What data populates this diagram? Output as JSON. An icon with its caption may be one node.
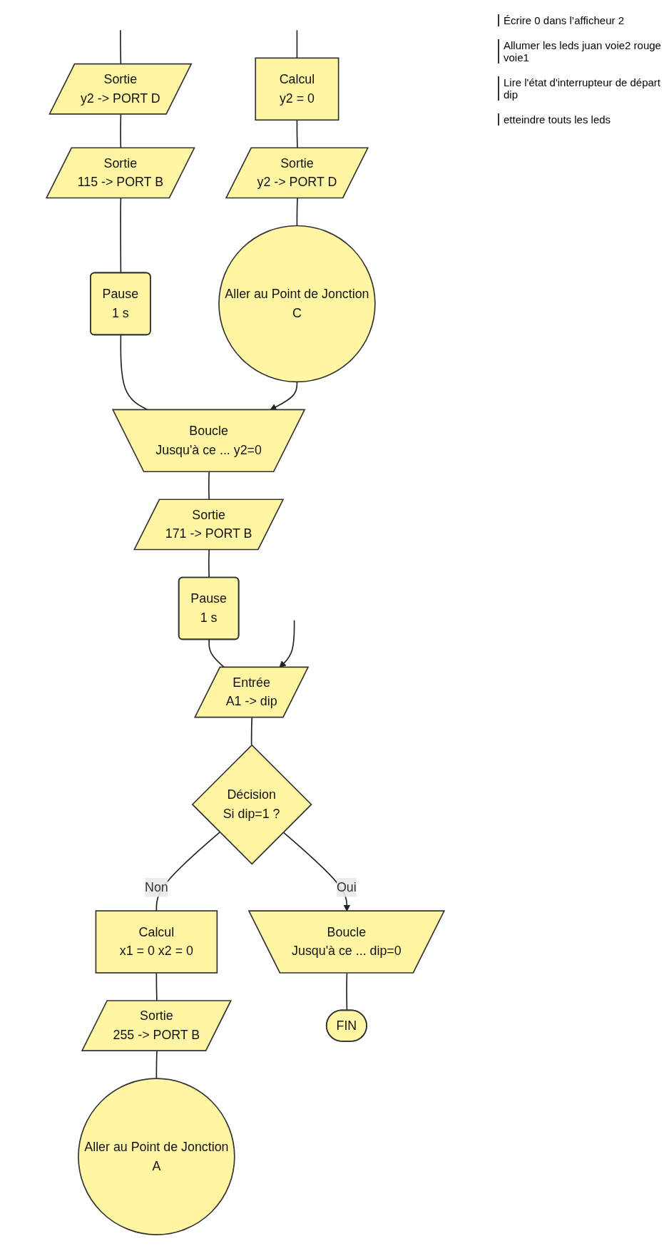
{
  "diagram": {
    "nodes": [
      {
        "text": [
          "Sortie",
          "y2 -> PORT D"
        ]
      },
      {
        "text": [
          "Sortie",
          "115 -> PORT B"
        ]
      },
      {
        "text": [
          "Pause",
          "1 s"
        ]
      },
      {
        "text": [
          "Calcul",
          "y2 = 0"
        ]
      },
      {
        "text": [
          "Sortie",
          "y2 -> PORT D"
        ]
      },
      {
        "text": [
          "Aller au Point de Jonction",
          "C"
        ]
      },
      {
        "text": [
          "Boucle",
          "Jusqu'à ce ... y2=0"
        ]
      },
      {
        "text": [
          "Sortie",
          "171 -> PORT B"
        ]
      },
      {
        "text": [
          "Pause",
          "1 s"
        ]
      },
      {
        "text": [
          "Entrée",
          "A1 -> dip"
        ]
      },
      {
        "text": [
          "Décision",
          "Si dip=1 ?"
        ]
      },
      {
        "text": [
          "Calcul",
          "x1 = 0 x2 = 0"
        ]
      },
      {
        "text": [
          "Sortie",
          "255 -> PORT B"
        ]
      },
      {
        "text": [
          "Aller au Point de Jonction",
          "A"
        ]
      },
      {
        "text": [
          "Boucle",
          "Jusqu'à ce ... dip=0"
        ]
      },
      {
        "text": [
          "FIN"
        ]
      }
    ],
    "edges": [
      {
        "from": null,
        "to": 0,
        "arrow": "none"
      },
      {
        "from": 0,
        "to": 1,
        "arrow": "none"
      },
      {
        "from": 1,
        "to": 2,
        "arrow": "none"
      },
      {
        "from": 2,
        "to": 6,
        "arrow": "none"
      },
      {
        "from": null,
        "to": 3,
        "arrow": "none"
      },
      {
        "from": 3,
        "to": 4,
        "arrow": "none"
      },
      {
        "from": 4,
        "to": 5,
        "arrow": "none"
      },
      {
        "from": 5,
        "to": 6,
        "arrow": "to"
      },
      {
        "from": 6,
        "to": 7,
        "arrow": "none"
      },
      {
        "from": 7,
        "to": 8,
        "arrow": "none"
      },
      {
        "from": 8,
        "to": 9,
        "arrow": "none"
      },
      {
        "from": null,
        "to": 9,
        "arrow": "to"
      },
      {
        "from": 9,
        "to": 10,
        "arrow": "none"
      },
      {
        "from": 10,
        "to": 11,
        "label": "Non",
        "arrow": "none"
      },
      {
        "from": 11,
        "to": 12,
        "arrow": "none"
      },
      {
        "from": 12,
        "to": 13,
        "arrow": "none"
      },
      {
        "from": 10,
        "to": 14,
        "label": "Oui",
        "arrow": "to"
      },
      {
        "from": 14,
        "to": 15,
        "arrow": "none"
      }
    ],
    "labels": [
      "Écrire 0 dans l’afficheur 2",
      "Allumer les leds juan voie2 rouge voie1",
      "Lire l'état d'interrupteur de départ dip",
      "etteindre touts les leds"
    ]
  }
}
